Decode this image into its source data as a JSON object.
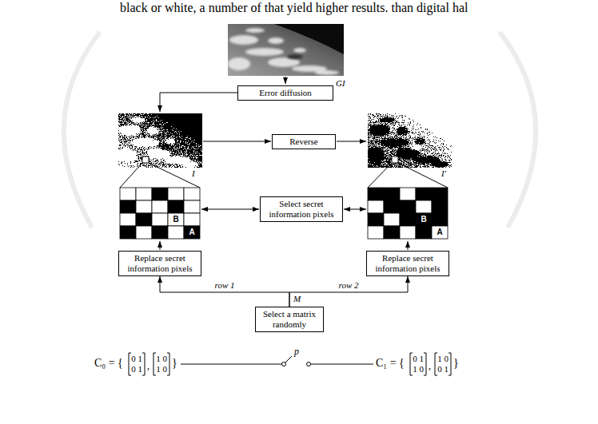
{
  "diagram": {
    "nodes": [
      {
        "text": [
          "Error diffusion"
        ]
      },
      {
        "text": [
          "Reverse"
        ]
      },
      {
        "text": [
          "Select secret information pixels"
        ]
      },
      {
        "text": [
          "Replace secret information pixels"
        ]
      },
      {
        "text": [
          "Replace secret information pixels"
        ]
      },
      {
        "text": [
          "Select a matrix randomly"
        ]
      }
    ],
    "edges": [
      {
        "from": 5,
        "to": 3,
        "arrow": "to",
        "label": "row 1"
      },
      {
        "from": 5,
        "to": 4,
        "arrow": "to",
        "label": "row 2"
      }
    ],
    "labels": [
      "black or white, a number of that yield higher results. than digital hal",
      "GI",
      "I",
      "I′",
      "B",
      "A",
      "B",
      "A",
      "M",
      "p",
      "C₀ = {",
      "0 1",
      "0 1",
      ",",
      "1 0",
      "1 0",
      "}",
      "C₁ = {",
      "0 1",
      "1 0",
      ",",
      "1 0",
      "0 1",
      "}"
    ]
  }
}
